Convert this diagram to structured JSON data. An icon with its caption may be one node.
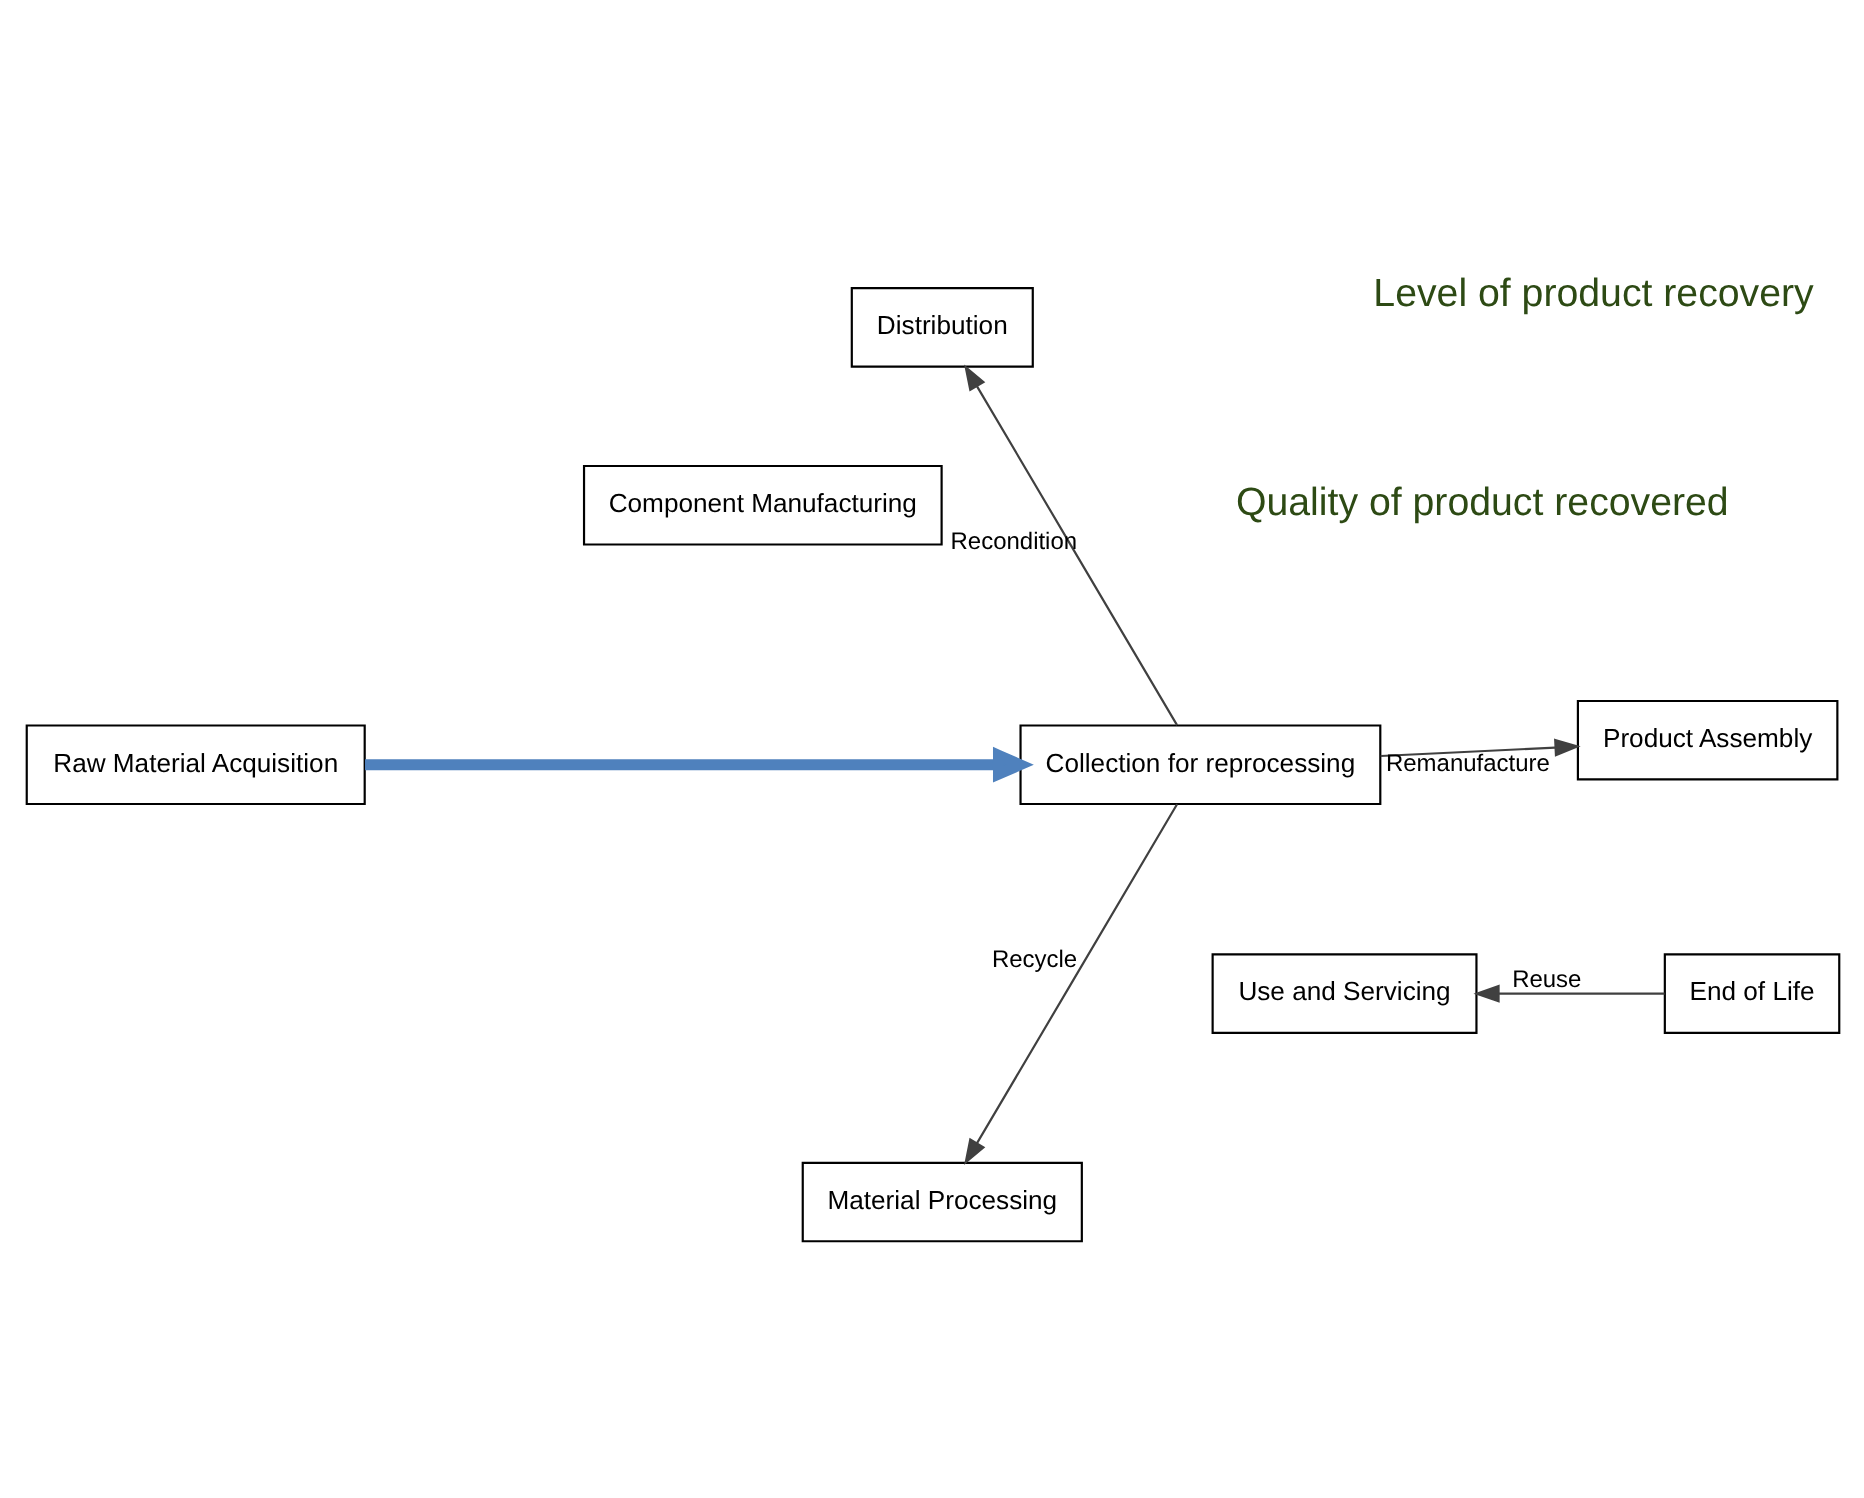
{
  "diagram": {
    "nodes": [
      {
        "text": [
          "Raw Material Acquisition"
        ]
      },
      {
        "text": [
          "Material Processing"
        ]
      },
      {
        "text": [
          "Component Manufacturing"
        ]
      },
      {
        "text": [
          "Product Assembly"
        ]
      },
      {
        "text": [
          "Distribution"
        ]
      },
      {
        "text": [
          "Use and Servicing"
        ]
      },
      {
        "text": [
          "End of Life"
        ]
      },
      {
        "text": [
          "Collection for reprocessing"
        ]
      }
    ],
    "edges": [
      {
        "from": 0,
        "to": 7,
        "arrow": "to",
        "style": "thick",
        "color": "#4f81bd"
      },
      {
        "from": 7,
        "to": 1,
        "arrow": "to",
        "label": "Recycle"
      },
      {
        "from": 7,
        "to": 3,
        "arrow": "to",
        "label": "Remanufacture"
      },
      {
        "from": 7,
        "to": 4,
        "arrow": "to",
        "label": "Recondition"
      },
      {
        "from": 6,
        "to": 5,
        "arrow": "to",
        "label": "Reuse"
      }
    ],
    "labels": [
      "Quality of product recovered",
      "Level of product recovery"
    ]
  }
}
